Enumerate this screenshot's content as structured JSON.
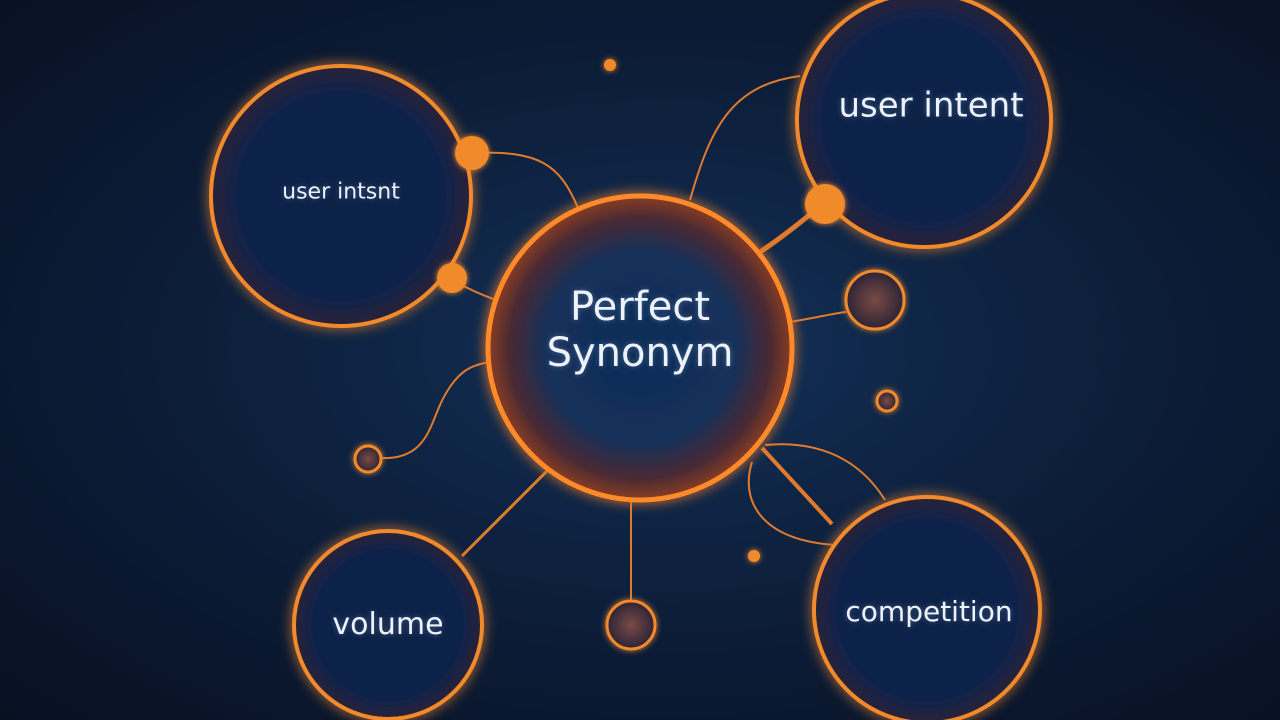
{
  "diagram": {
    "center": {
      "label_line1": "Perfect",
      "label_line2": "Synonym"
    },
    "nodes": {
      "top_left": {
        "label": "user intsnt"
      },
      "top_right": {
        "label": "user intent"
      },
      "bottom_left": {
        "label": "volume"
      },
      "bottom_right": {
        "label": "competition"
      }
    }
  },
  "colors": {
    "background": "#0f2545",
    "ring": "#f08a2c",
    "glow": "#ff7a1a",
    "text": "#eef3fb"
  }
}
